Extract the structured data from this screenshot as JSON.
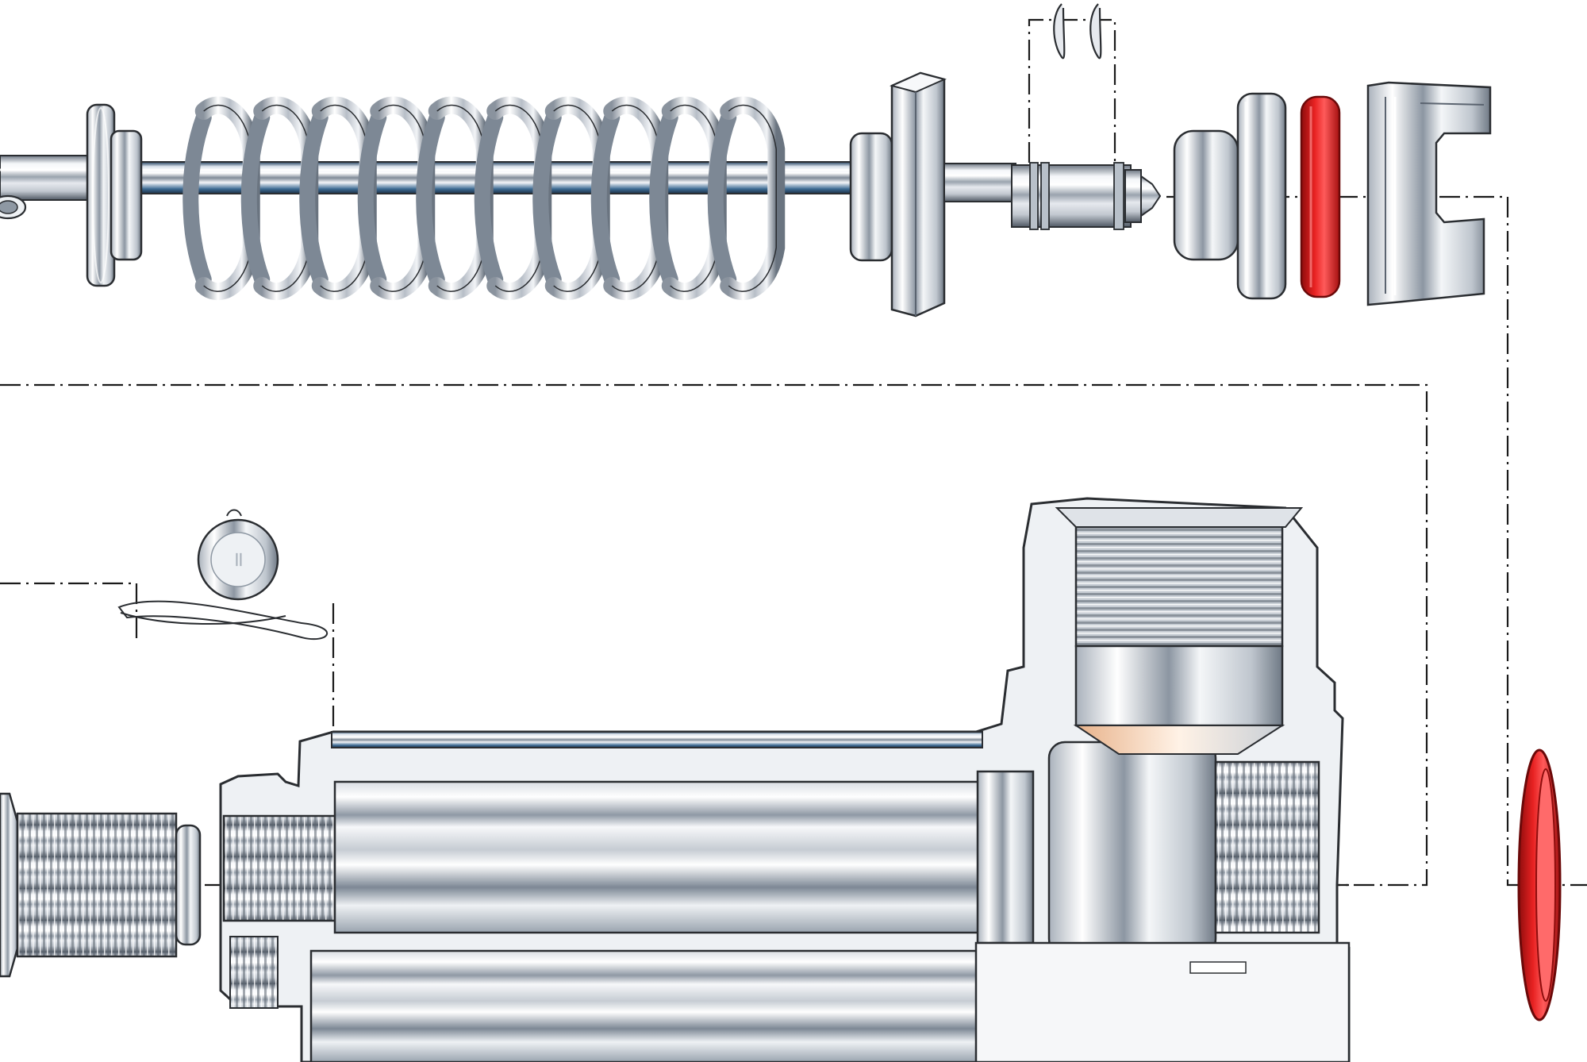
{
  "diagram": {
    "type": "exploded-view-illustration",
    "colors": {
      "background": "#ffffff",
      "metal_light": "#f2f4f7",
      "metal_mid": "#b9c0c9",
      "metal_dark": "#5b6470",
      "metal_highlight": "#ffffff",
      "steel_blue": "#2f5f8a",
      "seal_red": "#e01818",
      "seal_red_dark": "#8f0d0d",
      "warm_glint": "#f0a870",
      "outline": "#2a2d31",
      "centerline": "#1a1a1a"
    },
    "parts": [
      {
        "name": "shaft",
        "icon": "rod"
      },
      {
        "name": "shaft-collar",
        "icon": "washer"
      },
      {
        "name": "coil-spring",
        "icon": "spring",
        "coils": 10
      },
      {
        "name": "hex-flange-nut",
        "icon": "hex-nut"
      },
      {
        "name": "retaining-clip",
        "icon": "circlip"
      },
      {
        "name": "bushing",
        "icon": "bushing"
      },
      {
        "name": "red-seal-ring",
        "icon": "o-ring"
      },
      {
        "name": "seal-cup",
        "icon": "cup"
      },
      {
        "name": "cap-with-lanyard",
        "icon": "cap"
      },
      {
        "name": "threaded-nipple",
        "icon": "threaded-fitting"
      },
      {
        "name": "valve-body-cutaway",
        "icon": "housing"
      },
      {
        "name": "large-red-o-ring",
        "icon": "o-ring"
      }
    ]
  }
}
